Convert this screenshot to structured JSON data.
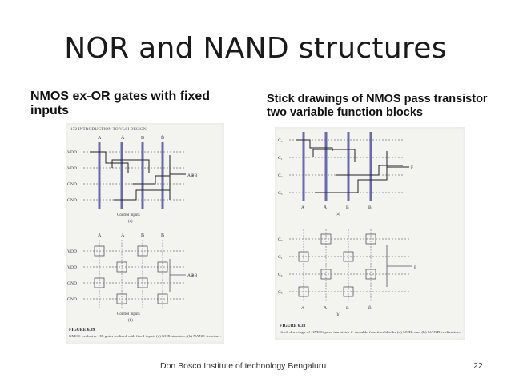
{
  "slide": {
    "title": "NOR and NAND structures",
    "left_heading": "NMOS ex-OR gates with fixed inputs",
    "right_heading": "Stick drawings of NMOS pass transistor two variable function blocks",
    "footer": "Don Bosco Institute of technology Bengaluru",
    "page_number": "22"
  },
  "left_figure": {
    "page_header": "172  INTRODUCTION TO VLSI DESIGN",
    "column_labels": [
      "A",
      "Ā",
      "B",
      "B̄"
    ],
    "rail_labels_a": [
      "VDD",
      "VDD",
      "GND",
      "GND"
    ],
    "rail_labels_b": [
      "VDD",
      "VDD",
      "GND",
      "GND"
    ],
    "output_a": "A⊕B",
    "output_b": "A⊕B",
    "control_caption": "Control inputs",
    "sub_a": "(a)",
    "sub_b": "(b)",
    "figure_label": "FIGURE 6.39",
    "figure_caption": "NMOS exclusive-OR gates realized with fixed inputs (a) NOR structure, (b) NAND structure."
  },
  "right_figure": {
    "column_labels_a": [
      "A",
      "Ā",
      "B",
      "B̄"
    ],
    "column_labels_b": [
      "A",
      "Ā",
      "B",
      "B̄"
    ],
    "control_labels_a": [
      "C₀",
      "C₁",
      "C₂",
      "C₃"
    ],
    "control_labels_b": [
      "C₀",
      "C₁",
      "C₂",
      "C₃"
    ],
    "output_a": "F",
    "output_b": "F",
    "sub_a": "(a)",
    "sub_b": "(b)",
    "figure_label": "FIGURE 6.38",
    "figure_caption": "Stick drawings of NMOS pass-transistor 2-variable function blocks (a) NOR, and (b) NAND realization."
  }
}
